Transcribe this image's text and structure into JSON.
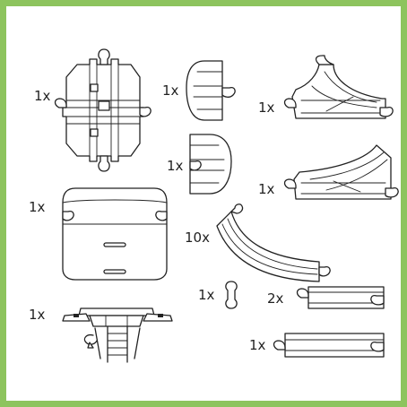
{
  "colors": {
    "border": "#8dc45e",
    "line": "#222222",
    "background": "#ffffff"
  },
  "parts": [
    {
      "id": "crossing-piece",
      "quantity": "1x"
    },
    {
      "id": "curved-end-piece-top",
      "quantity": "1x"
    },
    {
      "id": "switch-track-left",
      "quantity": "1x"
    },
    {
      "id": "curved-end-piece-bottom",
      "quantity": "1x"
    },
    {
      "id": "switch-track-right",
      "quantity": "1x"
    },
    {
      "id": "bridge-ramp-piece",
      "quantity": "1x"
    },
    {
      "id": "curved-track",
      "quantity": "10x"
    },
    {
      "id": "connector-peg",
      "quantity": "1x"
    },
    {
      "id": "short-straight-track",
      "quantity": "2x"
    },
    {
      "id": "platform-station",
      "quantity": "1x"
    },
    {
      "id": "long-straight-track",
      "quantity": "1x"
    }
  ]
}
